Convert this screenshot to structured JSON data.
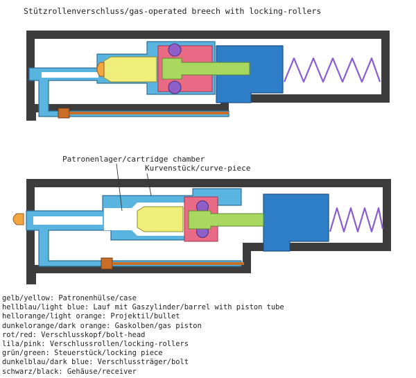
{
  "title": "Stützrollenverschluss/gas-operated breech with locking-rollers",
  "callouts": {
    "chamber": "Patronenlager/cartridge chamber",
    "curve_piece": "Kurvenstück/curve-piece"
  },
  "legend": [
    "gelb/yellow: Patronenhülse/case",
    "hellblau/light blue: Lauf mit Gaszylinder/barrel with piston tube",
    "hellorange/light orange: Projektil/bullet",
    "dunkelorange/dark orange: Gaskolben/gas piston",
    "rot/red: Verschlusskopf/bolt-head",
    "lila/pink: Verschlussrollen/locking-rollers",
    "grün/green: Steuerstück/locking piece",
    "dunkelblau/dark blue: Verschlussträger/bolt",
    "schwarz/black: Gehäuse/receiver"
  ],
  "colors": {
    "receiver": "#3c3c3c",
    "barrel": "#5ab4e0",
    "case": "#f0ee7a",
    "bullet": "#f2a640",
    "gas_piston": "#c86e28",
    "bolt_head": "#e86a84",
    "rollers": "#8e5fc8",
    "locking_piece": "#a8d860",
    "bolt_carrier": "#2f7fc8",
    "spring": "#8a5ad0"
  }
}
